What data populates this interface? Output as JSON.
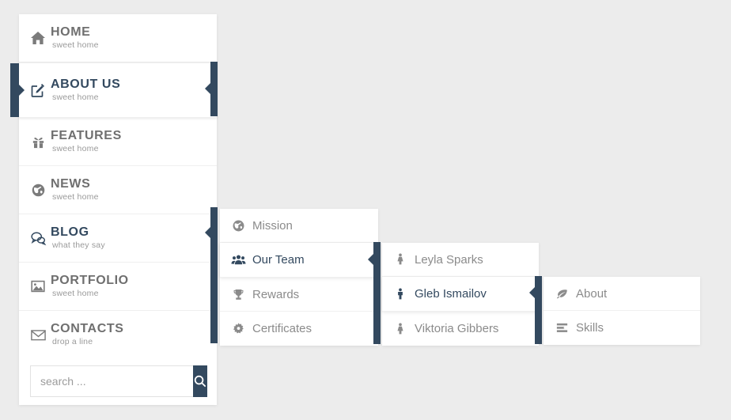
{
  "theme": {
    "accent": "#33495f",
    "page_bg": "#ececec",
    "panel_bg": "#ffffff",
    "title_color": "#6f6f6f",
    "sub_color": "#9a9a9a",
    "item_color": "#8b8b8b"
  },
  "sidebar": {
    "items": [
      {
        "title": "HOME",
        "subtitle": "sweet home",
        "icon": "home-icon",
        "active": false
      },
      {
        "title": "ABOUT US",
        "subtitle": "sweet home",
        "icon": "edit-icon",
        "active": true
      },
      {
        "title": "FEATURES",
        "subtitle": "sweet home",
        "icon": "gift-icon",
        "active": false
      },
      {
        "title": "NEWS",
        "subtitle": "sweet home",
        "icon": "globe-icon",
        "active": false
      },
      {
        "title": "BLOG",
        "subtitle": "what they say",
        "icon": "comments-icon",
        "active": false
      },
      {
        "title": "PORTFOLIO",
        "subtitle": "sweet home",
        "icon": "image-icon",
        "active": false
      },
      {
        "title": "CONTACTS",
        "subtitle": "drop a line",
        "icon": "envelope-icon",
        "active": false
      }
    ],
    "search": {
      "placeholder": "search ...",
      "value": "",
      "button_icon": "search-icon"
    }
  },
  "submenu_level2": {
    "items": [
      {
        "label": "Mission",
        "icon": "globe-icon",
        "active": false
      },
      {
        "label": "Our Team",
        "icon": "group-icon",
        "active": true
      },
      {
        "label": "Rewards",
        "icon": "trophy-icon",
        "active": false
      },
      {
        "label": "Certificates",
        "icon": "gear-icon",
        "active": false
      }
    ]
  },
  "submenu_level3": {
    "items": [
      {
        "label": "Leyla Sparks",
        "icon": "female-icon",
        "active": false
      },
      {
        "label": "Gleb Ismailov",
        "icon": "male-icon",
        "active": true
      },
      {
        "label": "Viktoria Gibbers",
        "icon": "female-icon",
        "active": false
      }
    ]
  },
  "submenu_level4": {
    "items": [
      {
        "label": "About",
        "icon": "leaf-icon",
        "active": false
      },
      {
        "label": "Skills",
        "icon": "tasks-icon",
        "active": false
      }
    ]
  }
}
